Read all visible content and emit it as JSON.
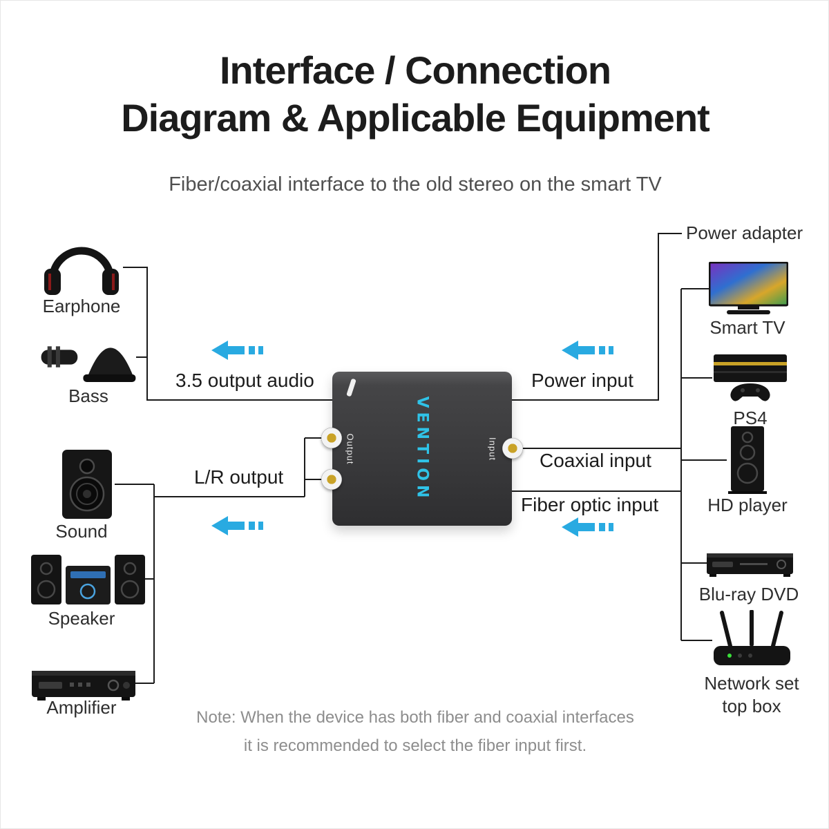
{
  "title": {
    "line1": "Interface / Connection",
    "line2": "Diagram & Applicable Equipment"
  },
  "subtitle": "Fiber/coaxial interface to the old stereo on the smart TV",
  "device": {
    "brand": "VENTION",
    "output_label": "Output",
    "input_label": "Input"
  },
  "left_devices": [
    {
      "name": "Earphone",
      "icon": "headphones-icon"
    },
    {
      "name": "Bass",
      "icon": "subwoofer-icon"
    },
    {
      "name": "Sound",
      "icon": "speaker-icon"
    },
    {
      "name": "Speaker",
      "icon": "stereo-system-icon"
    },
    {
      "name": "Amplifier",
      "icon": "amplifier-icon"
    }
  ],
  "right_devices": [
    {
      "name": "Power adapter",
      "icon": "none"
    },
    {
      "name": "Smart TV",
      "icon": "tv-icon"
    },
    {
      "name": "PS4",
      "icon": "game-console-icon"
    },
    {
      "name": "HD player",
      "icon": "tower-speaker-icon"
    },
    {
      "name": "Blu-ray DVD",
      "icon": "disc-player-icon"
    },
    {
      "name": "Network set top box",
      "icon": "router-icon"
    }
  ],
  "connections": {
    "output_audio_35": "3.5 output audio",
    "lr_output": "L/R output",
    "power_input": "Power input",
    "coaxial_input": "Coaxial input",
    "fiber_optic_input": "Fiber optic input"
  },
  "note": {
    "line1": "Note: When the device has both fiber and coaxial interfaces",
    "line2": "it is recommended to select the fiber input first."
  },
  "colors": {
    "arrow_blue": "#29aae1",
    "brand_cyan": "#2fc3e8",
    "line_black": "#1a1a1a",
    "note_gray": "#8d8d8d"
  }
}
